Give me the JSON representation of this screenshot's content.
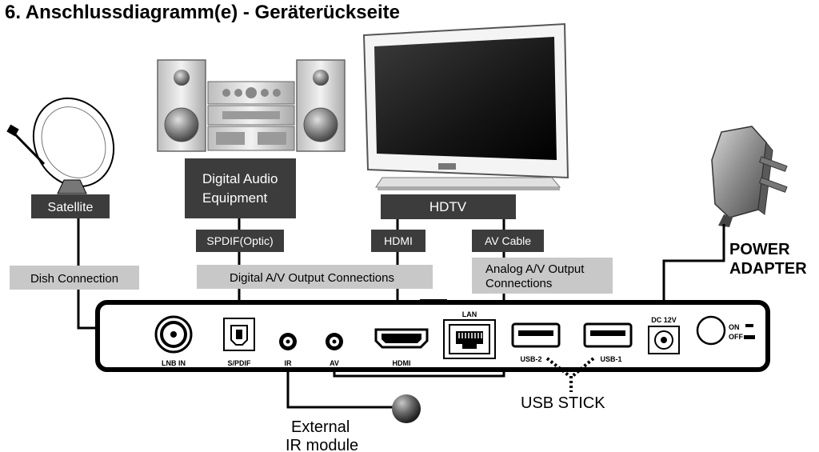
{
  "title": "6. Anschlussdiagramm(e) - Geräterückseite",
  "devices": {
    "satellite": "Satellite",
    "audio_line1": "Digital Audio",
    "audio_line2": "Equipment",
    "hdtv": "HDTV",
    "power_line1": "POWER",
    "power_line2": "ADAPTER",
    "usb_stick": "USB STICK",
    "ir_line1": "External",
    "ir_line2": "IR module"
  },
  "cables": {
    "spdif": "SPDIF(Optic)",
    "hdmi": "HDMI",
    "av": "AV Cable"
  },
  "connections": {
    "dish": "Dish Connection",
    "digital_av": "Digital A/V Output Connections",
    "analog_line1": "Analog A/V Output",
    "analog_line2": "Connections"
  },
  "ports": {
    "lnb": "LNB IN",
    "spdif": "S/PDIF",
    "ir": "IR",
    "av": "AV",
    "hdmi": "HDMI",
    "lan": "LAN",
    "usb2": "USB-2",
    "usb1": "USB-1",
    "dc": "DC 12V",
    "on": "ON",
    "off": "OFF"
  },
  "colors": {
    "dark_label": "#3c3c3c",
    "light_label": "#c8c8c8",
    "line": "#000000"
  }
}
